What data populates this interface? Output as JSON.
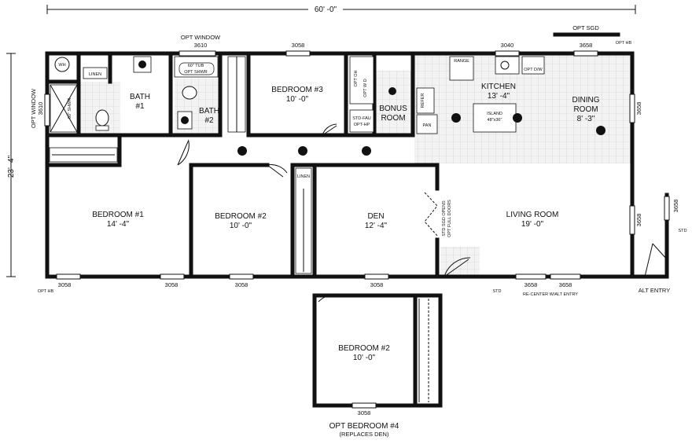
{
  "plan": {
    "overall_width": "60' -0\"",
    "overall_depth": "23' -4\"",
    "opt_window_top": "OPT WINDOW",
    "opt_window_top_size": "3610",
    "opt_window_left": "OPT WINDOW",
    "opt_window_left_size": "3610",
    "opt_sgd": "OPT SGD",
    "opt_hb_top": "OPT HB",
    "opt_hb_bottom": "OPT HB",
    "alt_entry": "ALT ENTRY",
    "std_bottom": "STD",
    "std_side": "STD",
    "re_center": "RE-CENTER W/ALT ENTRY"
  },
  "rooms": {
    "bath1": "BATH",
    "bath1_num": "#1",
    "bath2": "BATH",
    "bath2_num": "#2",
    "bedroom3": "BEDROOM #3",
    "bedroom3_size": "10' -0\"",
    "bonus": "BONUS",
    "bonus2": "ROOM",
    "kitchen": "KITCHEN",
    "kitchen_size": "13' -4\"",
    "dining": "DINING",
    "dining2": "ROOM",
    "dining_size": "8' -3\"",
    "bedroom1": "BEDROOM #1",
    "bedroom1_size": "14' -4\"",
    "bedroom2": "BEDROOM #2",
    "bedroom2_size": "10' -0\"",
    "den": "DEN",
    "den_size": "12' -4\"",
    "living": "LIVING ROOM",
    "living_size": "19' -0\"",
    "opt_bedroom2": "BEDROOM #2",
    "opt_bedroom2_size": "10' -0\"",
    "opt_bedroom4": "OPT BEDROOM #4",
    "opt_bedroom4_note": "(REPLACES DEN)"
  },
  "fixtures": {
    "wh": "WH",
    "linen1": "LINEN",
    "linen2": "LINEN",
    "shower": "60\" SHWR",
    "tub": "60\" TUB",
    "tub_opt": "OPT SHWR",
    "range": "RANGE",
    "opt_dw": "OPT D/W",
    "refer": "REFER",
    "pan": "PAN",
    "island": "ISLAND",
    "island_size": "48\"x36\"",
    "opt_oh": "OPT OH",
    "opt_wd": "OPT W D",
    "std_fau": "STD-FAU",
    "opt_hp": "OPT-HP",
    "std_sgd": "STD SGD OPENS",
    "opt_doors": "OPT FULL DOORS"
  },
  "windows": {
    "w_top_br3": "3058",
    "w_top_kitchen": "3040",
    "w_top_dining": "3658",
    "w_right_dining": "3658",
    "w_right_living": "3658",
    "w_right_entry": "3658",
    "w_bot_br1a": "3058",
    "w_bot_br1b": "3058",
    "w_bot_br2": "3058",
    "w_bot_den": "3058",
    "w_bot_living1": "3658",
    "w_bot_living2": "3658",
    "w_bot_opt": "3058"
  }
}
